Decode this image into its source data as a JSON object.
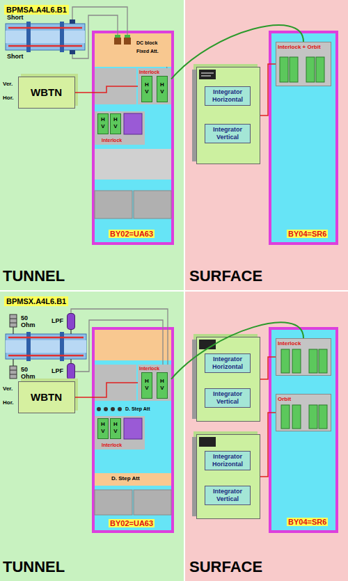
{
  "diagram": {
    "nodes": [
      {
        "text": [
          "TUNNEL"
        ]
      },
      {
        "text": [
          "BPMSA.A4L6.B1"
        ],
        "in": 0
      },
      {
        "text": [
          "BY02=UA63"
        ],
        "in": 0
      },
      {
        "text": [
          "DC block",
          "Fixed Att."
        ],
        "in": 2
      },
      {
        "text": [
          "Interlock",
          "H V",
          "H V"
        ],
        "in": 2
      },
      {
        "text": [
          "H V",
          "H V",
          "Interlock"
        ],
        "in": 2
      },
      {
        "text": [
          "WBTN",
          "Ver.",
          "Hor."
        ],
        "in": 0
      },
      {
        "text": [
          "SURFACE"
        ]
      },
      {
        "text": [
          "Integrator Horizontal",
          "Integrator Vertical"
        ],
        "in": 7
      },
      {
        "text": [
          "BY04=SR6"
        ],
        "in": 7
      },
      {
        "text": [
          "Interlock + Orbit"
        ],
        "in": 9
      },
      {
        "text": [
          "TUNNEL"
        ]
      },
      {
        "text": [
          "BPMSX.A4L6.B1"
        ],
        "in": 11
      },
      {
        "text": [
          "LPF"
        ],
        "in": 11
      },
      {
        "text": [
          "LPF"
        ],
        "in": 11
      },
      {
        "text": [
          "BY02=UA63"
        ],
        "in": 11
      },
      {
        "text": [
          "Interlock",
          "H V",
          "H V"
        ],
        "in": 15
      },
      {
        "text": [
          "H V",
          "H V",
          "Interlock"
        ],
        "in": 15
      },
      {
        "text": [
          "D. Step Att"
        ],
        "in": 15
      },
      {
        "text": [
          "WBTN",
          "Ver.",
          "Hor."
        ],
        "in": 11
      },
      {
        "text": [
          "SURFACE"
        ]
      },
      {
        "text": [
          "Integrator Horizontal",
          "Integrator Vertical"
        ],
        "in": 20
      },
      {
        "text": [
          "Integrator Horizontal",
          "Integrator Vertical"
        ],
        "in": 20
      },
      {
        "text": [
          "BY04=SR6"
        ],
        "in": 20
      },
      {
        "text": [
          "Interlock"
        ],
        "in": 23
      },
      {
        "text": [
          "Orbit"
        ],
        "in": 23
      }
    ],
    "edges": [
      {
        "from": 3,
        "to": 4,
        "arrow": "none"
      },
      {
        "from": 6,
        "to": 4,
        "arrow": "none"
      },
      {
        "from": 4,
        "to": 10,
        "arrow": "none"
      },
      {
        "from": 10,
        "to": 8,
        "arrow": "none"
      },
      {
        "from": 13,
        "to": 16,
        "arrow": "none"
      },
      {
        "from": 14,
        "to": 16,
        "arrow": "none"
      },
      {
        "from": 19,
        "to": 16,
        "arrow": "none"
      },
      {
        "from": 16,
        "to": 24,
        "arrow": "none"
      },
      {
        "from": 24,
        "to": 21,
        "arrow": "none"
      },
      {
        "from": 25,
        "to": 22,
        "arrow": "none"
      }
    ],
    "labels": [
      "Short",
      "Short",
      "50 Ohm",
      "50 Ohm",
      "D. Step Att"
    ]
  }
}
